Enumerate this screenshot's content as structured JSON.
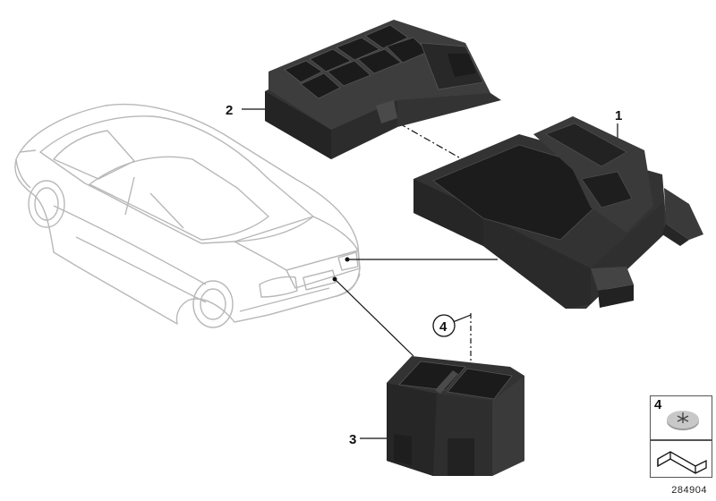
{
  "diagram": {
    "callouts": {
      "part_1": "1",
      "part_2": "2",
      "part_3": "3",
      "part_4": "4"
    },
    "legend": {
      "item_4_number": "4"
    },
    "reference_number": "284904",
    "colors": {
      "part_fill": "#2e2e2e",
      "part_dark": "#1e1e1e",
      "part_light": "#4a4a4a",
      "car_outline": "#b5b5b5",
      "leader_line": "#111111"
    },
    "icons": [
      "car-outline-icon",
      "clip-icon",
      "foam-pad-icon"
    ]
  }
}
